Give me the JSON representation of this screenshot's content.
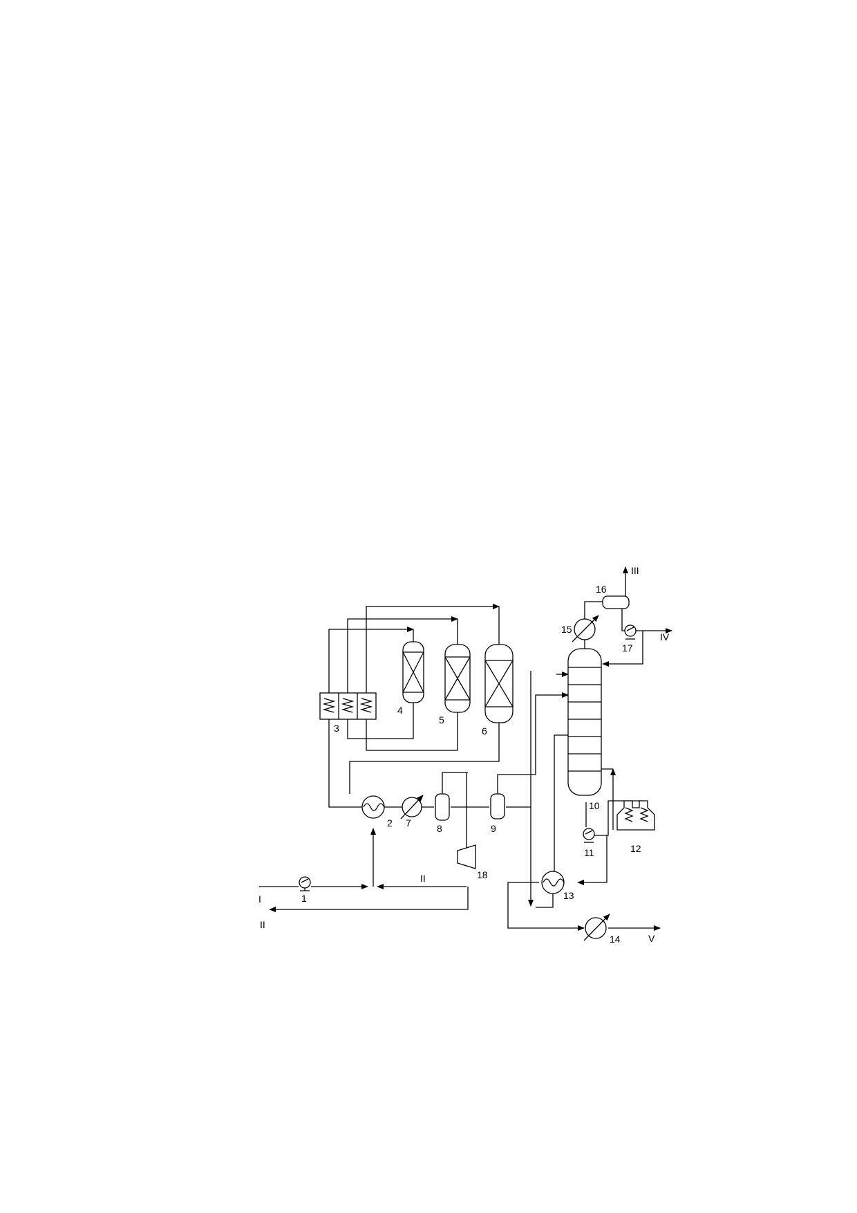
{
  "diagram": {
    "streams": {
      "I": "I",
      "II_recycle": "II",
      "II_out": "II",
      "III": "III",
      "IV": "IV",
      "V": "V"
    },
    "equipment": {
      "e1": "1",
      "e2": "2",
      "e3": "3",
      "e4": "4",
      "e5": "5",
      "e6": "6",
      "e7": "7",
      "e8": "8",
      "e9": "9",
      "e10": "10",
      "e11": "11",
      "e12": "12",
      "e13": "13",
      "e14": "14",
      "e15": "15",
      "e16": "16",
      "e17": "17",
      "e18": "18"
    }
  }
}
